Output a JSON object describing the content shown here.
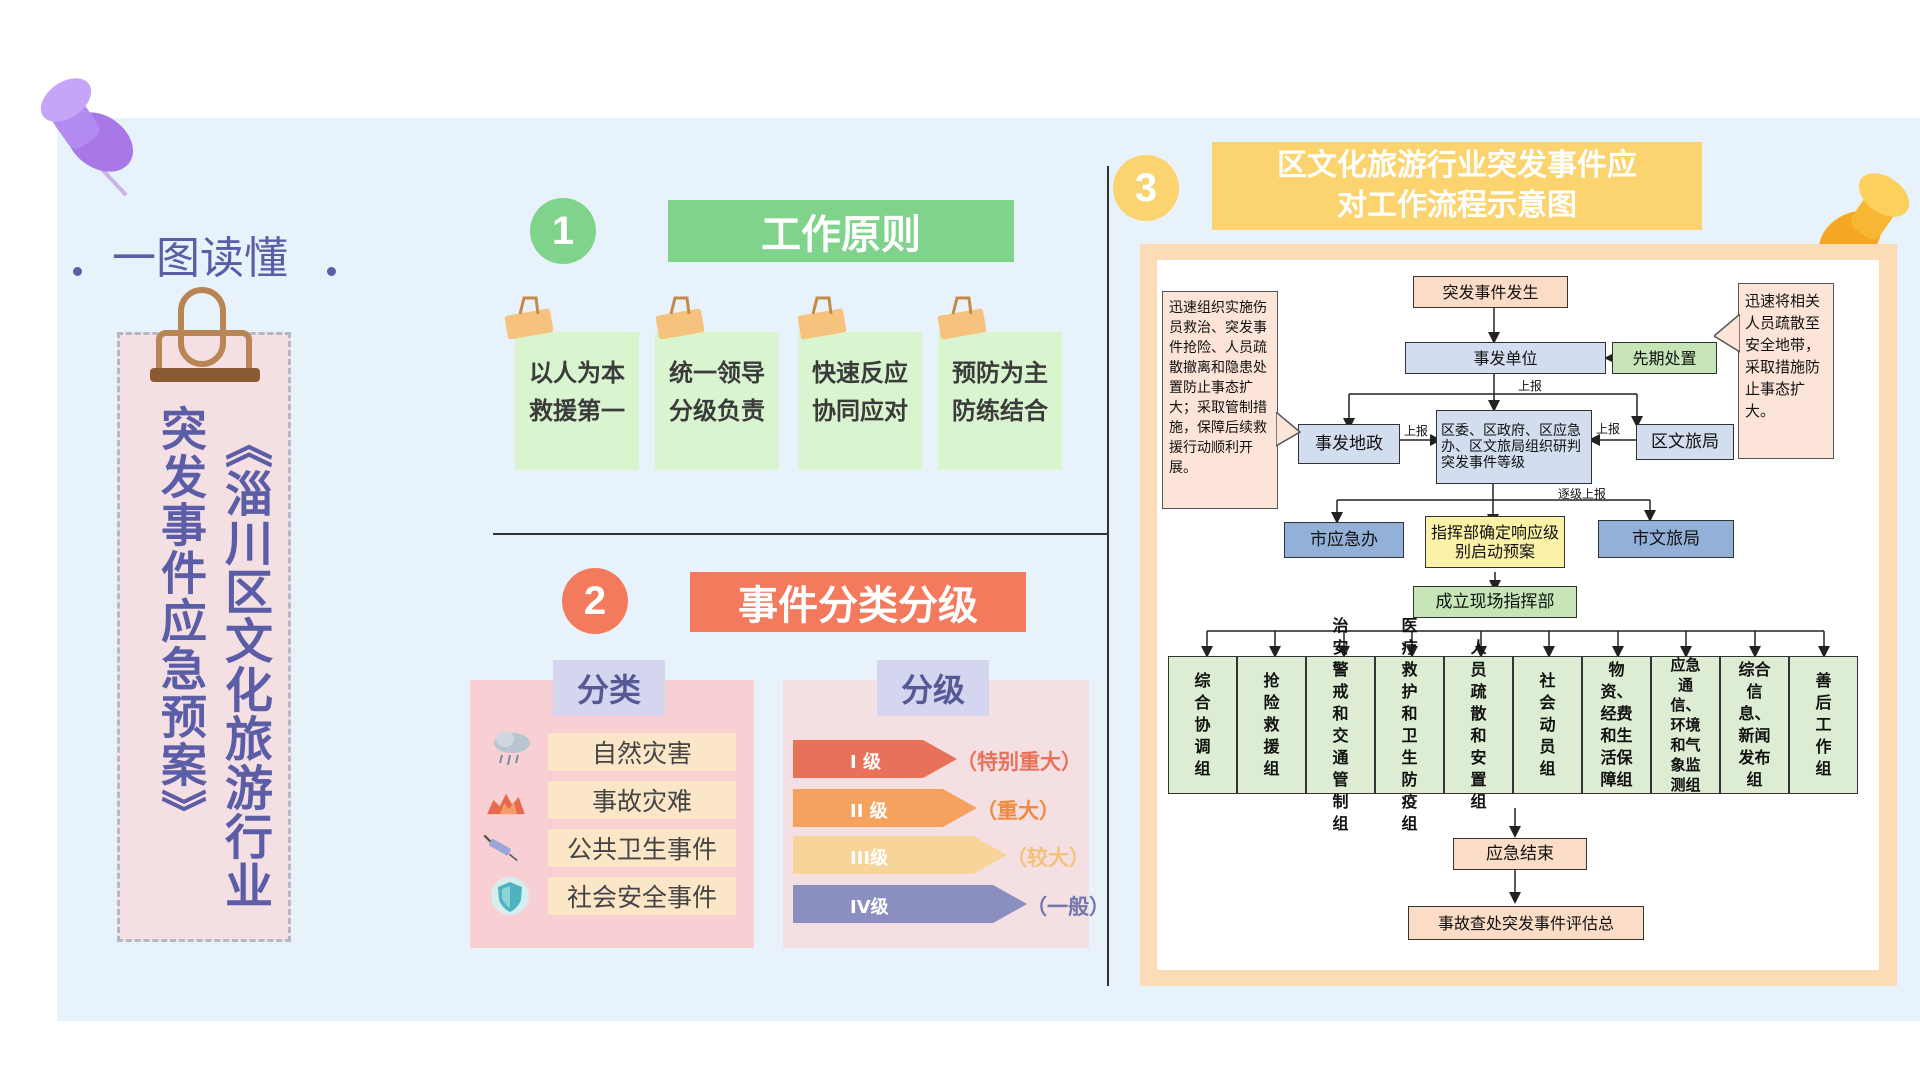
{
  "title": {
    "subtitle": "一图读懂",
    "main_line1": "《淄川区文化旅游行业",
    "main_line2": "突发事件应急预案》"
  },
  "section1": {
    "number": "1",
    "title": "工作原则",
    "notes": [
      {
        "line1": "以人为本",
        "line2": "救援第一"
      },
      {
        "line1": "统一领导",
        "line2": "分级负责"
      },
      {
        "line1": "快速反应",
        "line2": "协同应对"
      },
      {
        "line1": "预防为主",
        "line2": "防练结合"
      }
    ]
  },
  "section2": {
    "number": "2",
    "title": "事件分类分级",
    "classification": {
      "tab": "分类",
      "items": [
        {
          "label": "自然灾害",
          "icon": "cloud-rain-icon"
        },
        {
          "label": "事故灾难",
          "icon": "fire-disaster-icon"
        },
        {
          "label": "公共卫生事件",
          "icon": "syringe-icon"
        },
        {
          "label": "社会安全事件",
          "icon": "shield-icon"
        }
      ]
    },
    "levels": {
      "tab": "分级",
      "items": [
        {
          "level": "I 级",
          "desc": "（特别重大）",
          "color": "#e8715a",
          "text_color": "#e8715a"
        },
        {
          "level": "II 级",
          "desc": "（重大）",
          "color": "#f4a25d",
          "text_color": "#f08a3c"
        },
        {
          "level": "III级",
          "desc": "（较大）",
          "color": "#f6d49a",
          "text_color": "#f2c27a"
        },
        {
          "level": "IV级",
          "desc": "（一般）",
          "color": "#8b8fc0",
          "text_color": "#7377ab"
        }
      ]
    }
  },
  "section3": {
    "number": "3",
    "title_line1": "区文化旅游行业突发事件应",
    "title_line2": "对工作流程示意图",
    "flow": {
      "event": "突发事件发生",
      "unit": "事发单位",
      "early": "先期处置",
      "report1": "上报",
      "local_gov": "事发地政",
      "center": "区委、区政府、区应急办、区文旅局组织研判突发事件等级",
      "district_bureau": "区文旅局",
      "report_left": "上报",
      "report_right": "上报",
      "report_levels": "逐级上报",
      "city_emergency": "市应急办",
      "command": "指挥部确定响应级别启动预案",
      "city_bureau": "市文旅局",
      "site_command": "成立现场指挥部",
      "groups": [
        "综合协调组",
        "抢险救援组",
        "治安警戒和交通管制组",
        "医疗救护和卫生防疫组",
        "人员疏散和安置组",
        "社会动员组",
        "物资、经费和生活保障组",
        "应急通信、环境和气象监测组",
        "综合信息、新闻发布组",
        "善后工作组"
      ],
      "end": "应急结束",
      "final": "事故查处突发事件评估总",
      "callout_left": "迅速组织实施伤员救治、突发事件抢险、人员疏散撤离和隐患处置防止事态扩大；采取管制措施，保障后续救援行动顺利开展。",
      "callout_right": "迅速将相关人员疏散至安全地带，采取措施防止事态扩大。"
    }
  },
  "colors": {
    "accent_purple": "#5b5ea6",
    "green_title": "#7fd38a",
    "red_title": "#f47a5e",
    "yellow_title": "#fcd46f"
  }
}
